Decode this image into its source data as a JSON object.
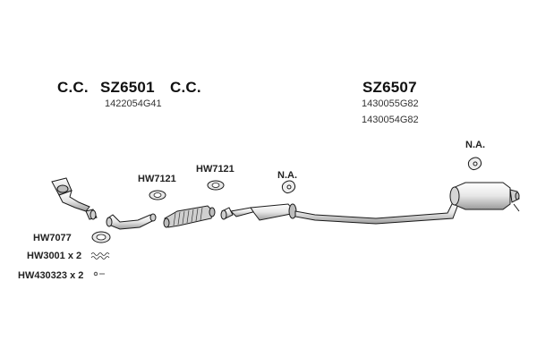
{
  "header": {
    "cc_left": "C.C.",
    "part_left": "SZ6501",
    "cc_right": "C.C.",
    "code_left": "1422054G41",
    "part_right": "SZ6507",
    "code_right_1": "1430055G82",
    "code_right_2": "1430054G82"
  },
  "labels": {
    "hw7121_a": "HW7121",
    "hw7121_b": "HW7121",
    "na_center": "N.A.",
    "na_right": "N.A.",
    "hw7077": "HW7077",
    "hw3001": "HW3001 x 2",
    "hw430323": "HW430323 x 2"
  },
  "colors": {
    "line": "#1a1a1a",
    "fill": "#f2f2f2",
    "shade": "#bdbdbd",
    "dark": "#555555"
  }
}
